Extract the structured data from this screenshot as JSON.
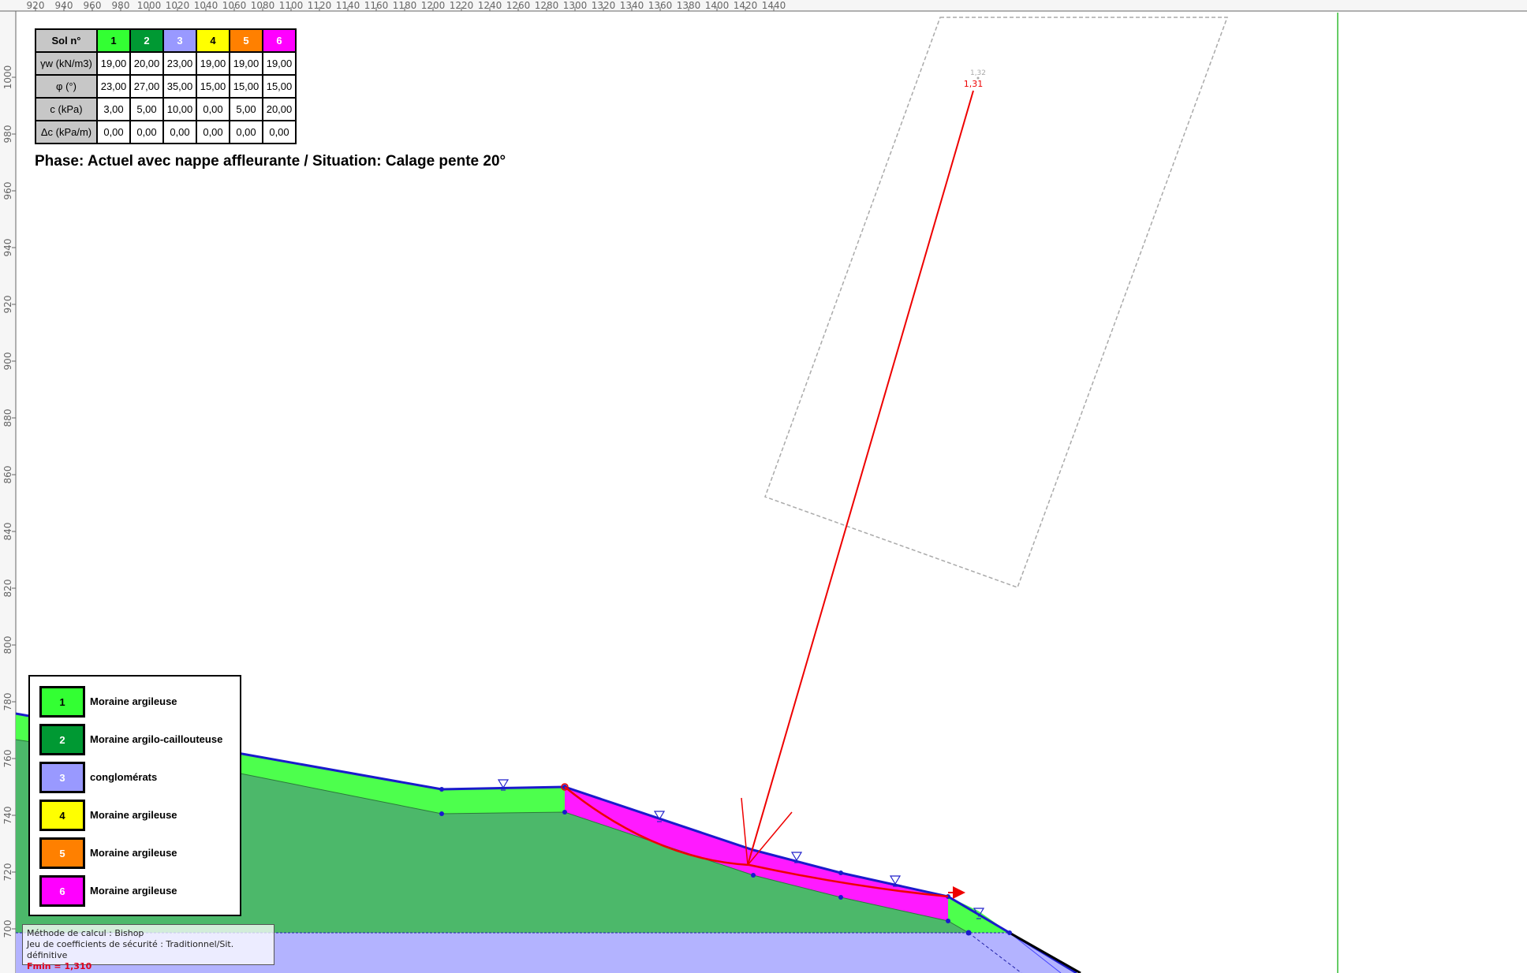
{
  "x_axis": {
    "ticks": [
      "920",
      "940",
      "960",
      "980",
      "1000",
      "1020",
      "1040",
      "1060",
      "1080",
      "1100",
      "1120",
      "1140",
      "1160",
      "1180",
      "1200",
      "1220",
      "1240",
      "1260",
      "1280",
      "1300",
      "1320",
      "1340",
      "1360",
      "1380",
      "1400",
      "1420",
      "1440"
    ]
  },
  "y_axis": {
    "ticks": [
      "1000",
      "980",
      "960",
      "940",
      "920",
      "900",
      "880",
      "860",
      "840",
      "820",
      "800",
      "780",
      "760",
      "740",
      "720",
      "700"
    ]
  },
  "soil_table": {
    "header": "Sol n°",
    "soils": [
      {
        "num": "1",
        "color": "#33ff33",
        "text_color": "#000000"
      },
      {
        "num": "2",
        "color": "#009933",
        "text_color": "#ffffff"
      },
      {
        "num": "3",
        "color": "#9999ff",
        "text_color": "#ffffff"
      },
      {
        "num": "4",
        "color": "#ffff00",
        "text_color": "#000000"
      },
      {
        "num": "5",
        "color": "#ff8000",
        "text_color": "#ffffff"
      },
      {
        "num": "6",
        "color": "#ff00ff",
        "text_color": "#ffffff"
      }
    ],
    "rows": [
      {
        "label": "γw (kN/m3)",
        "values": [
          "19,00",
          "20,00",
          "23,00",
          "19,00",
          "19,00",
          "19,00"
        ]
      },
      {
        "label": "φ (°)",
        "values": [
          "23,00",
          "27,00",
          "35,00",
          "15,00",
          "15,00",
          "15,00"
        ]
      },
      {
        "label": "c (kPa)",
        "values": [
          "3,00",
          "5,00",
          "10,00",
          "0,00",
          "5,00",
          "20,00"
        ]
      },
      {
        "label": "Δc (kPa/m)",
        "values": [
          "0,00",
          "0,00",
          "0,00",
          "0,00",
          "0,00",
          "0,00"
        ]
      }
    ]
  },
  "phase_title": "Phase: Actuel avec nappe affleurante / Situation: Calage pente 20°",
  "legend": [
    {
      "num": "1",
      "label": "Moraine argileuse",
      "color": "#33ff33",
      "text_color": "#000000"
    },
    {
      "num": "2",
      "label": "Moraine argilo-caillouteuse",
      "color": "#009933",
      "text_color": "#ffffff"
    },
    {
      "num": "3",
      "label": "conglomérats",
      "color": "#9999ff",
      "text_color": "#ffffff"
    },
    {
      "num": "4",
      "label": "Moraine argileuse",
      "color": "#ffff00",
      "text_color": "#000000"
    },
    {
      "num": "5",
      "label": "Moraine argileuse",
      "color": "#ff8000",
      "text_color": "#ffffff"
    },
    {
      "num": "6",
      "label": "Moraine argileuse",
      "color": "#ff00ff",
      "text_color": "#ffffff"
    }
  ],
  "method_box": {
    "method": "Méthode de calcul : Bishop",
    "coef_set": "Jeu de coefficients de sécurité : Traditionnel/Sit. définitive",
    "fmin": "Fmin = 1,310"
  },
  "center_labels": {
    "grey": "1,32",
    "red": "1,31"
  },
  "colors": {
    "surface_line": "#1a1acc",
    "slip_circle": "#ee0000",
    "grid_box": "#aaaaaa",
    "vertical_marker": "#66cc66"
  }
}
